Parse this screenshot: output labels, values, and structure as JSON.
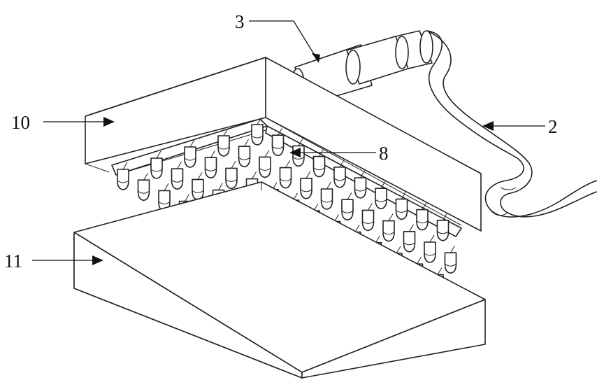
{
  "figure": {
    "labels": [
      {
        "id": "part-2",
        "text": "2"
      },
      {
        "id": "part-3",
        "text": "3"
      },
      {
        "id": "part-8",
        "text": "8"
      },
      {
        "id": "part-10",
        "text": "10"
      },
      {
        "id": "part-11",
        "text": "11"
      }
    ]
  }
}
